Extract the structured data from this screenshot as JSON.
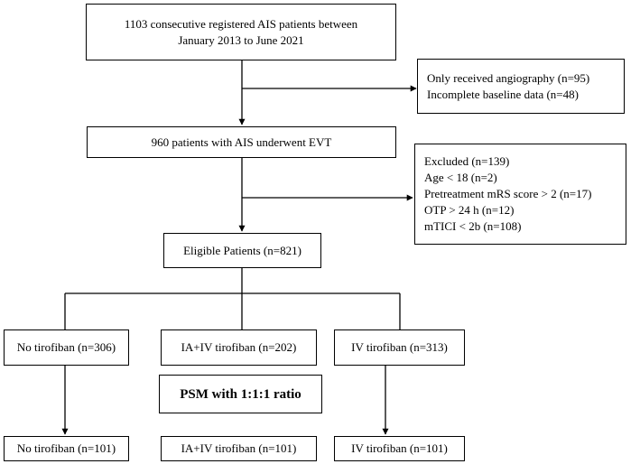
{
  "nodes": {
    "registered": {
      "lines": [
        "1103 consecutive registered AIS patients between",
        "January 2013 to June 2021"
      ]
    },
    "excluded_1": {
      "lines": [
        "Only received angiography (n=95)",
        "Incomplete baseline data (n=48)"
      ]
    },
    "evt": {
      "text": "960 patients with AIS underwent EVT"
    },
    "excluded_2": {
      "lines": [
        "Excluded (n=139)",
        "Age < 18 (n=2)",
        "Pretreatment mRS score > 2 (n=17)",
        "OTP > 24 h (n=12)",
        "mTICI < 2b (n=108)"
      ]
    },
    "eligible": {
      "text": "Eligible Patients (n=821)"
    },
    "no_tirofiban": {
      "text": "No tirofiban (n=306)"
    },
    "ia_iv_tirofiban": {
      "text": "IA+IV tirofiban (n=202)"
    },
    "iv_tirofiban": {
      "text": "IV tirofiban (n=313)"
    },
    "psm": {
      "text": "PSM with 1:1:1 ratio"
    },
    "no_tirofiban_matched": {
      "text": "No tirofiban (n=101)"
    },
    "ia_iv_tirofiban_matched": {
      "text": "IA+IV tirofiban (n=101)"
    },
    "iv_tirofiban_matched": {
      "text": "IV tirofiban (n=101)"
    }
  }
}
